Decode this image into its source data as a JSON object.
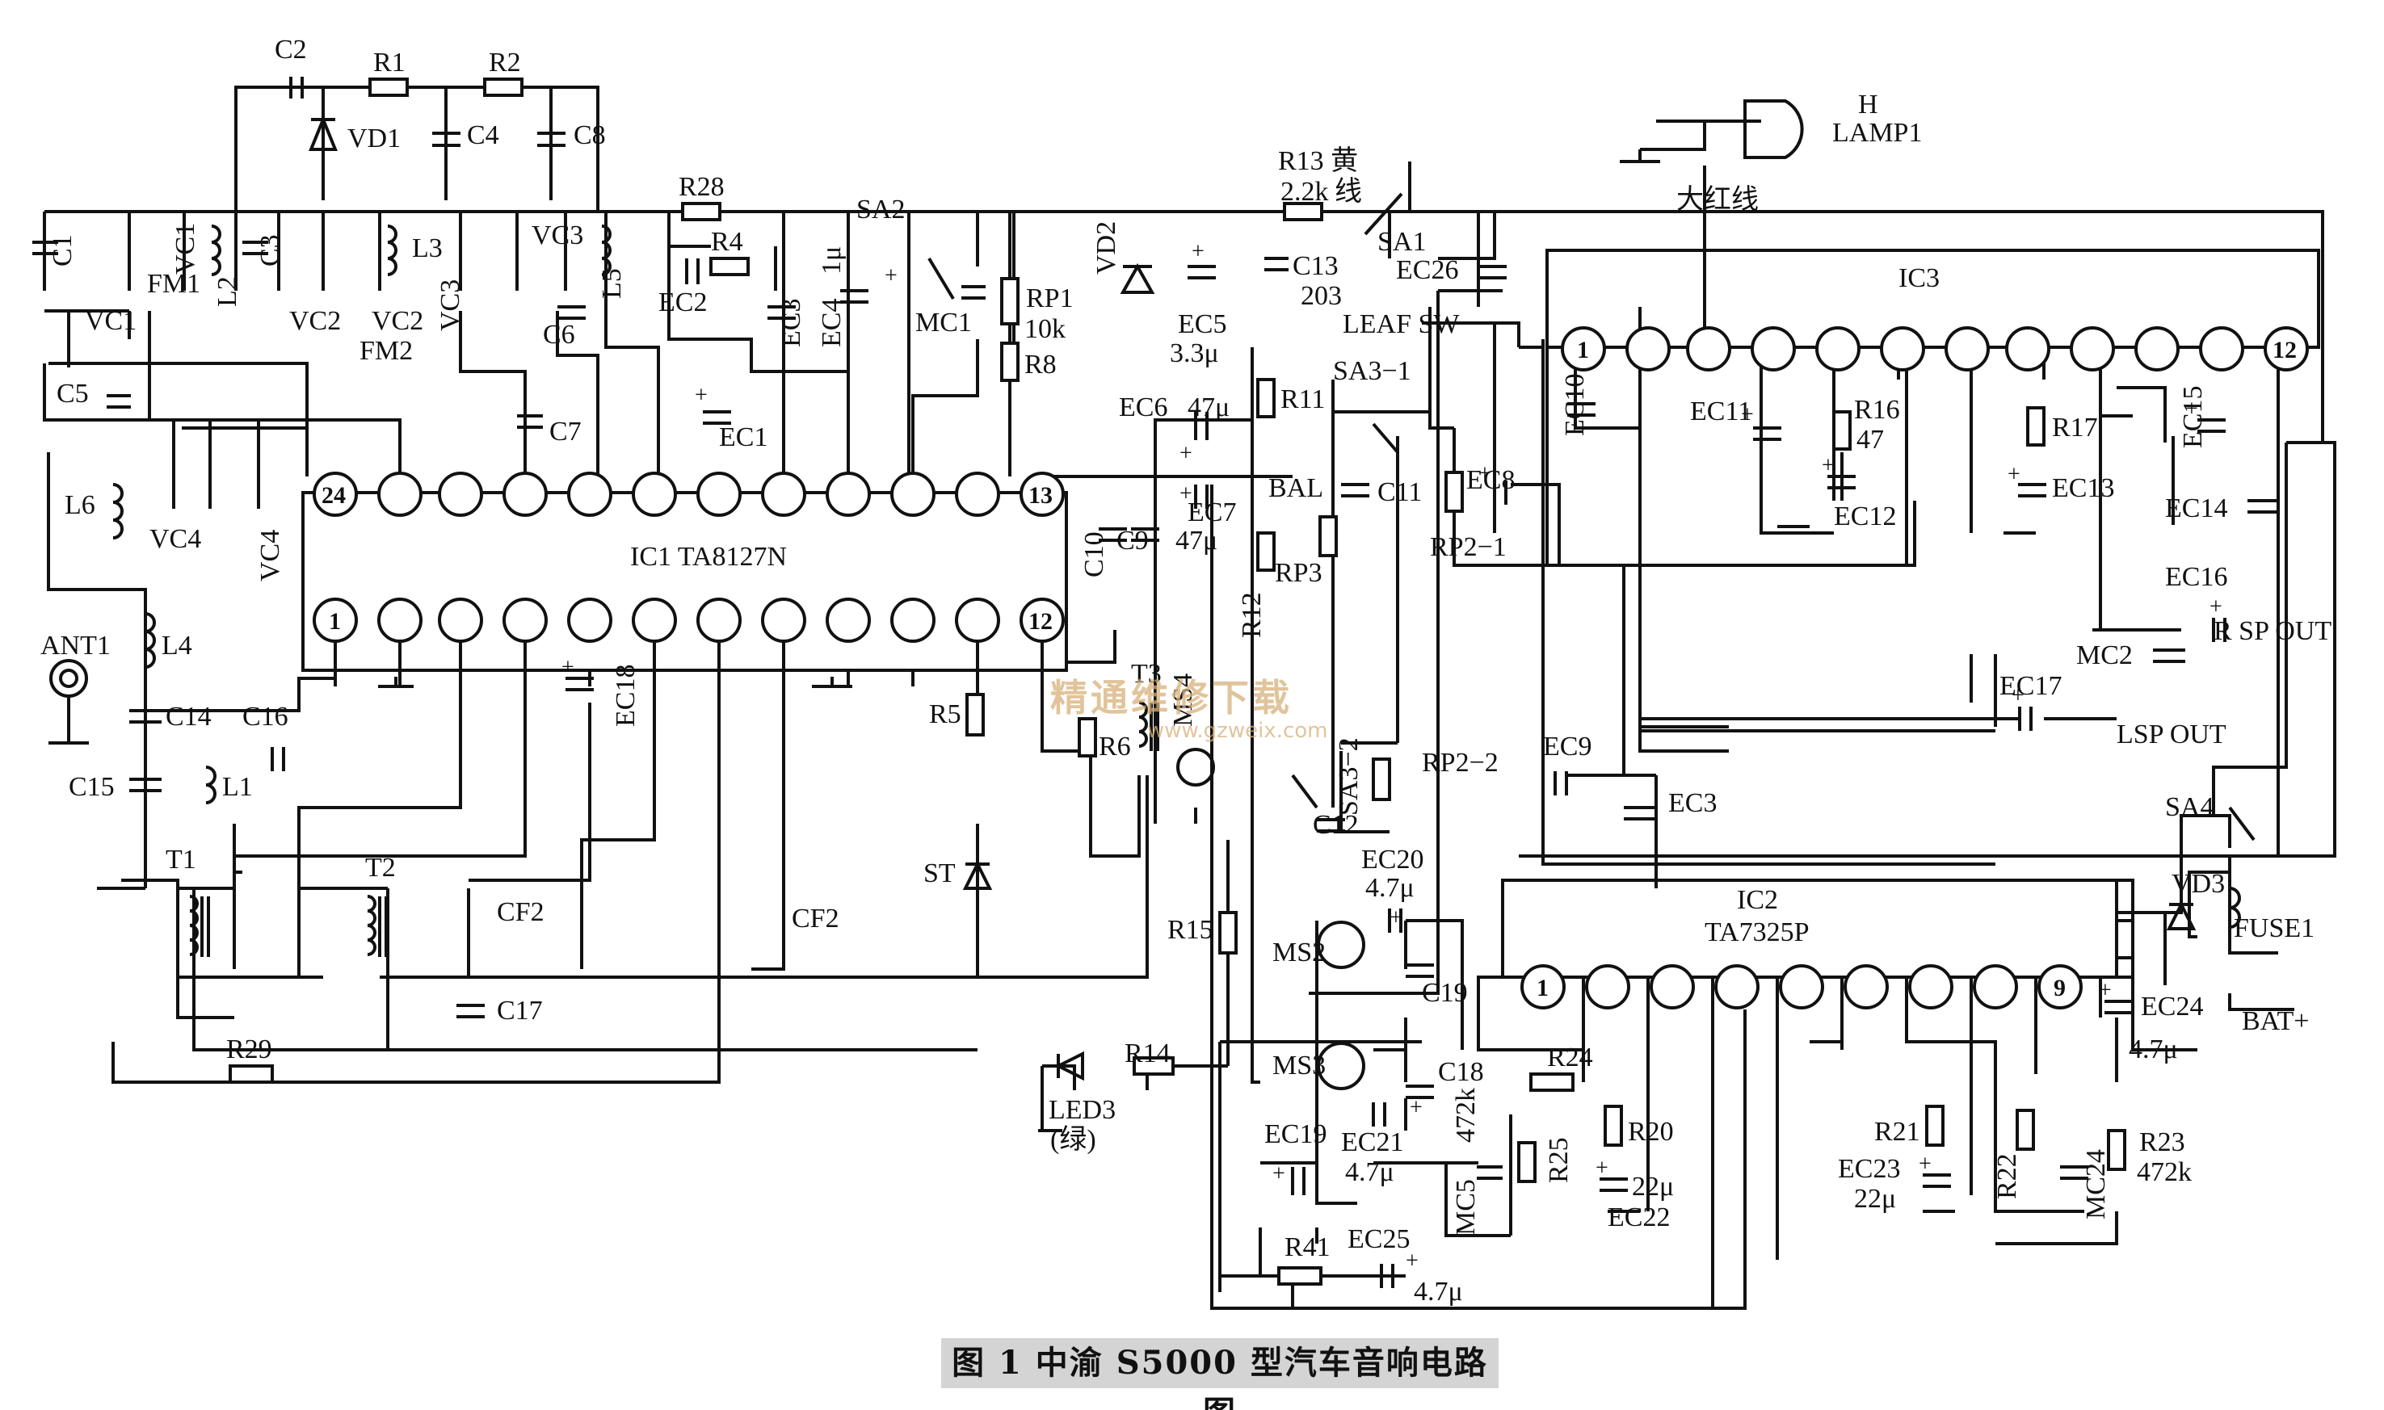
{
  "figure": {
    "caption": "图 1  中渝 S5000 型汽车音响电路图"
  },
  "watermark": {
    "text": "精通维修下载",
    "url": "www.gzweix.com"
  },
  "ics": [
    {
      "id": "IC1",
      "label": "IC1  TA8127N",
      "pin_first_top": "24",
      "pin_last_top": "13",
      "pin_first_bottom": "1",
      "pin_last_bottom": "12"
    },
    {
      "id": "IC2",
      "label": "IC2",
      "part": "TA7325P",
      "pin_first": "1",
      "pin_last": "9"
    },
    {
      "id": "IC3",
      "label": "IC3",
      "pin_first": "1",
      "pin_last": "12"
    }
  ],
  "labels": {
    "C1": "C1",
    "C2": "C2",
    "C3": "C3",
    "C4": "C4",
    "C5": "C5",
    "C6": "C6",
    "C7": "C7",
    "C8": "C8",
    "C9": "C9",
    "C10": "C10",
    "C10b": "C10",
    "C11": "C11",
    "C12": "C12",
    "C13": "C13",
    "C13v": "203",
    "C14": "C14",
    "C15": "C15",
    "C16": "C16",
    "C17": "C17",
    "C18": "C18",
    "C19": "C19",
    "R1": "R1",
    "R2": "R2",
    "R4": "R4",
    "R5": "R5",
    "R6": "R6",
    "R8": "R8",
    "R11": "R11",
    "R12": "R12",
    "R13": "R13 黄",
    "R13v": "2.2k",
    "R13w": "线",
    "R14": "R14",
    "R15": "R15",
    "R16": "R16",
    "R16v": "47",
    "R17": "R17",
    "R20": "R20",
    "R21": "R21",
    "R22": "R22",
    "R23": "R23",
    "R23v": "472k",
    "R24": "R24",
    "R25": "R25",
    "R28": "R28",
    "R29": "R29",
    "R41": "R41",
    "EC1": "EC1",
    "EC2": "EC2",
    "EC3": "EC3",
    "EC3b": "EC3",
    "EC4": "EC4",
    "EC4v": "1μ",
    "EC5": "EC5",
    "EC5v": "3.3μ",
    "EC6": "EC6",
    "EC6v": "47μ",
    "EC7": "EC7",
    "EC7v": "47μ",
    "EC8": "EC8",
    "EC9": "EC9",
    "EC10": "EC10",
    "EC11": "EC11",
    "EC12": "EC12",
    "EC13": "EC13",
    "EC14": "EC14",
    "EC15": "EC15",
    "EC16": "EC16",
    "EC17": "EC17",
    "EC18": "EC18",
    "EC19": "EC19",
    "EC20": "EC20",
    "EC20v": "4.7μ",
    "EC21": "EC21",
    "EC21v": "4.7μ",
    "EC22": "EC22",
    "EC22v": "22μ",
    "EC23": "EC23",
    "EC23v": "22μ",
    "EC24": "EC24",
    "EC24v": "4.7μ",
    "EC25": "EC25",
    "EC25v": "4.7μ",
    "EC26": "EC26",
    "VD1": "VD1",
    "VD2": "VD2",
    "VD3": "VD3",
    "VC1": "VC1",
    "VC1b": "VC1",
    "VC2": "VC2",
    "VC2b": "VC2",
    "VC3": "VC3",
    "VC3b": "VC3",
    "VC4": "VC4",
    "VC4b": "VC4",
    "L1": "L1",
    "L2": "L2",
    "L3": "L3",
    "L4": "L4",
    "L5": "L5",
    "L6": "L6",
    "FM1": "FM1",
    "FM2": "FM2",
    "T1": "T1",
    "T2": "T2",
    "T3": "T3",
    "CF2a": "CF2",
    "CF2b": "CF2",
    "RP1": "RP1",
    "RP1v": "10k",
    "RP2_1": "RP2−1",
    "RP2_2": "RP2−2",
    "RP3": "RP3",
    "SA1": "SA1",
    "SA2": "SA2",
    "SA3_1": "SA3−1",
    "SA3_2": "SA3−2",
    "SA4": "SA4",
    "MC1": "MC1",
    "MC2": "MC2",
    "MC5": "MC5",
    "MC5v": "472k",
    "MC24": "MC24",
    "MS2": "MS2",
    "MS3": "MS3",
    "MS4": "MS4",
    "ST": "ST",
    "ANT1": "ANT1",
    "LED3": "LED3",
    "LED3c": "(绿)",
    "H": "H",
    "LAMP1": "LAMP1",
    "RED_WIRE": "大红线",
    "LEAF_SW": "LEAF SW",
    "BAL": "BAL",
    "FUSE1": "FUSE1",
    "BAT": "BAT+",
    "RSP": "R  SP  OUT",
    "LSP": "LSP  OUT"
  }
}
